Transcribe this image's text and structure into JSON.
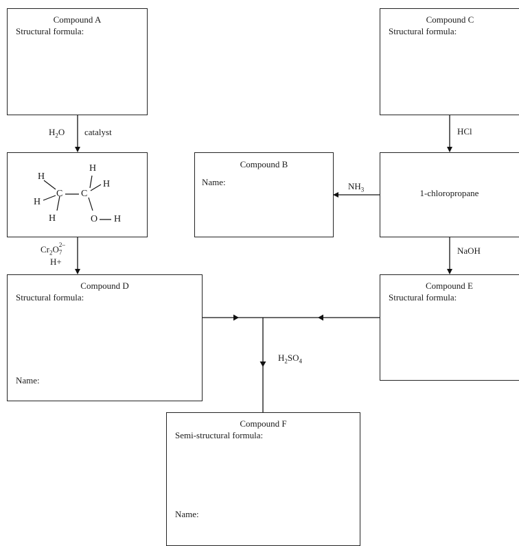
{
  "compound_a": {
    "title": "Compound A",
    "field": "Structural formula:"
  },
  "compound_b": {
    "title": "Compound B",
    "field": "Name:"
  },
  "compound_c": {
    "title": "Compound C",
    "field": "Structural formula:"
  },
  "compound_d": {
    "title": "Compound D",
    "field1": "Structural formula:",
    "field2": "Name:"
  },
  "compound_e": {
    "title": "Compound E",
    "field": "Structural formula:"
  },
  "compound_f": {
    "title": "Compound F",
    "field1": "Semi-structural formula:",
    "field2": "Name:"
  },
  "chloropropane": {
    "name": "1-chloropropane"
  },
  "ethanol": {
    "atoms": {
      "h": "H",
      "c": "C",
      "o": "O"
    }
  },
  "reagents": {
    "water": {
      "base": "H",
      "sub": "2",
      "tail": "O"
    },
    "catalyst": "catalyst",
    "hcl": "HCl",
    "ammonia": {
      "base": "NH",
      "sub": "3"
    },
    "dichromate": {
      "base": "Cr",
      "sub1": "2",
      "mid": "O",
      "sub2": "7",
      "sup": "2–"
    },
    "hplus": "H+",
    "naoh": "NaOH",
    "sulfuric": {
      "base": "H",
      "sub1": "2",
      "mid": "SO",
      "sub2": "4"
    }
  }
}
